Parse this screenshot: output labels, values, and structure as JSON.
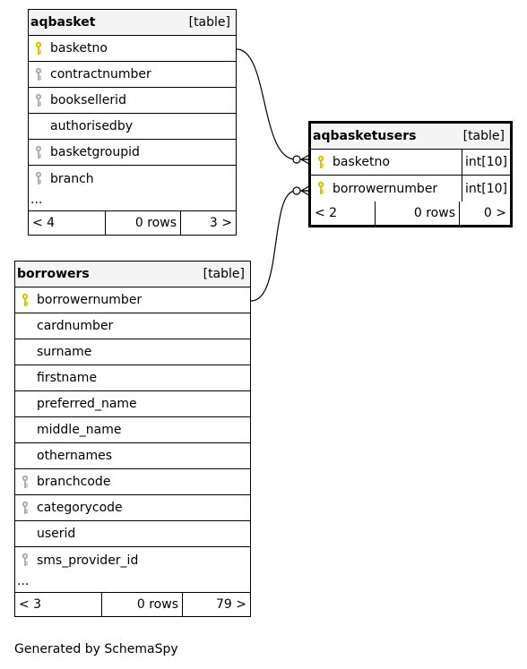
{
  "colors": {
    "primary_key": "#d4c800",
    "foreign_key": "#b0b0b0",
    "header_bg": "#f4f4f4"
  },
  "tables": {
    "aqbasket": {
      "name": "aqbasket",
      "type": "[table]",
      "columns": [
        {
          "name": "basketno",
          "key": "primary-key-icon"
        },
        {
          "name": "contractnumber",
          "key": "foreign-key-icon"
        },
        {
          "name": "booksellerid",
          "key": "foreign-key-icon"
        },
        {
          "name": "authorisedby",
          "key": ""
        },
        {
          "name": "basketgroupid",
          "key": "foreign-key-icon"
        },
        {
          "name": "branch",
          "key": "foreign-key-icon"
        }
      ],
      "more": "...",
      "stats": {
        "parents": "< 4",
        "rows": "0 rows",
        "children": "3 >"
      }
    },
    "aqbasketusers": {
      "name": "aqbasketusers",
      "type": "[table]",
      "columns": [
        {
          "name": "basketno",
          "key": "primary-key-icon",
          "type": "int[10]"
        },
        {
          "name": "borrowernumber",
          "key": "primary-key-icon",
          "type": "int[10]"
        }
      ],
      "stats": {
        "parents": "< 2",
        "rows": "0 rows",
        "children": "0 >"
      }
    },
    "borrowers": {
      "name": "borrowers",
      "type": "[table]",
      "columns": [
        {
          "name": "borrowernumber",
          "key": "primary-key-icon"
        },
        {
          "name": "cardnumber",
          "key": ""
        },
        {
          "name": "surname",
          "key": ""
        },
        {
          "name": "firstname",
          "key": ""
        },
        {
          "name": "preferred_name",
          "key": ""
        },
        {
          "name": "middle_name",
          "key": ""
        },
        {
          "name": "othernames",
          "key": ""
        },
        {
          "name": "branchcode",
          "key": "foreign-key-icon"
        },
        {
          "name": "categorycode",
          "key": "foreign-key-icon"
        },
        {
          "name": "userid",
          "key": ""
        },
        {
          "name": "sms_provider_id",
          "key": "foreign-key-icon"
        }
      ],
      "more": "...",
      "stats": {
        "parents": "< 3",
        "rows": "0 rows",
        "children": "79 >"
      }
    }
  },
  "footer": "Generated by SchemaSpy"
}
